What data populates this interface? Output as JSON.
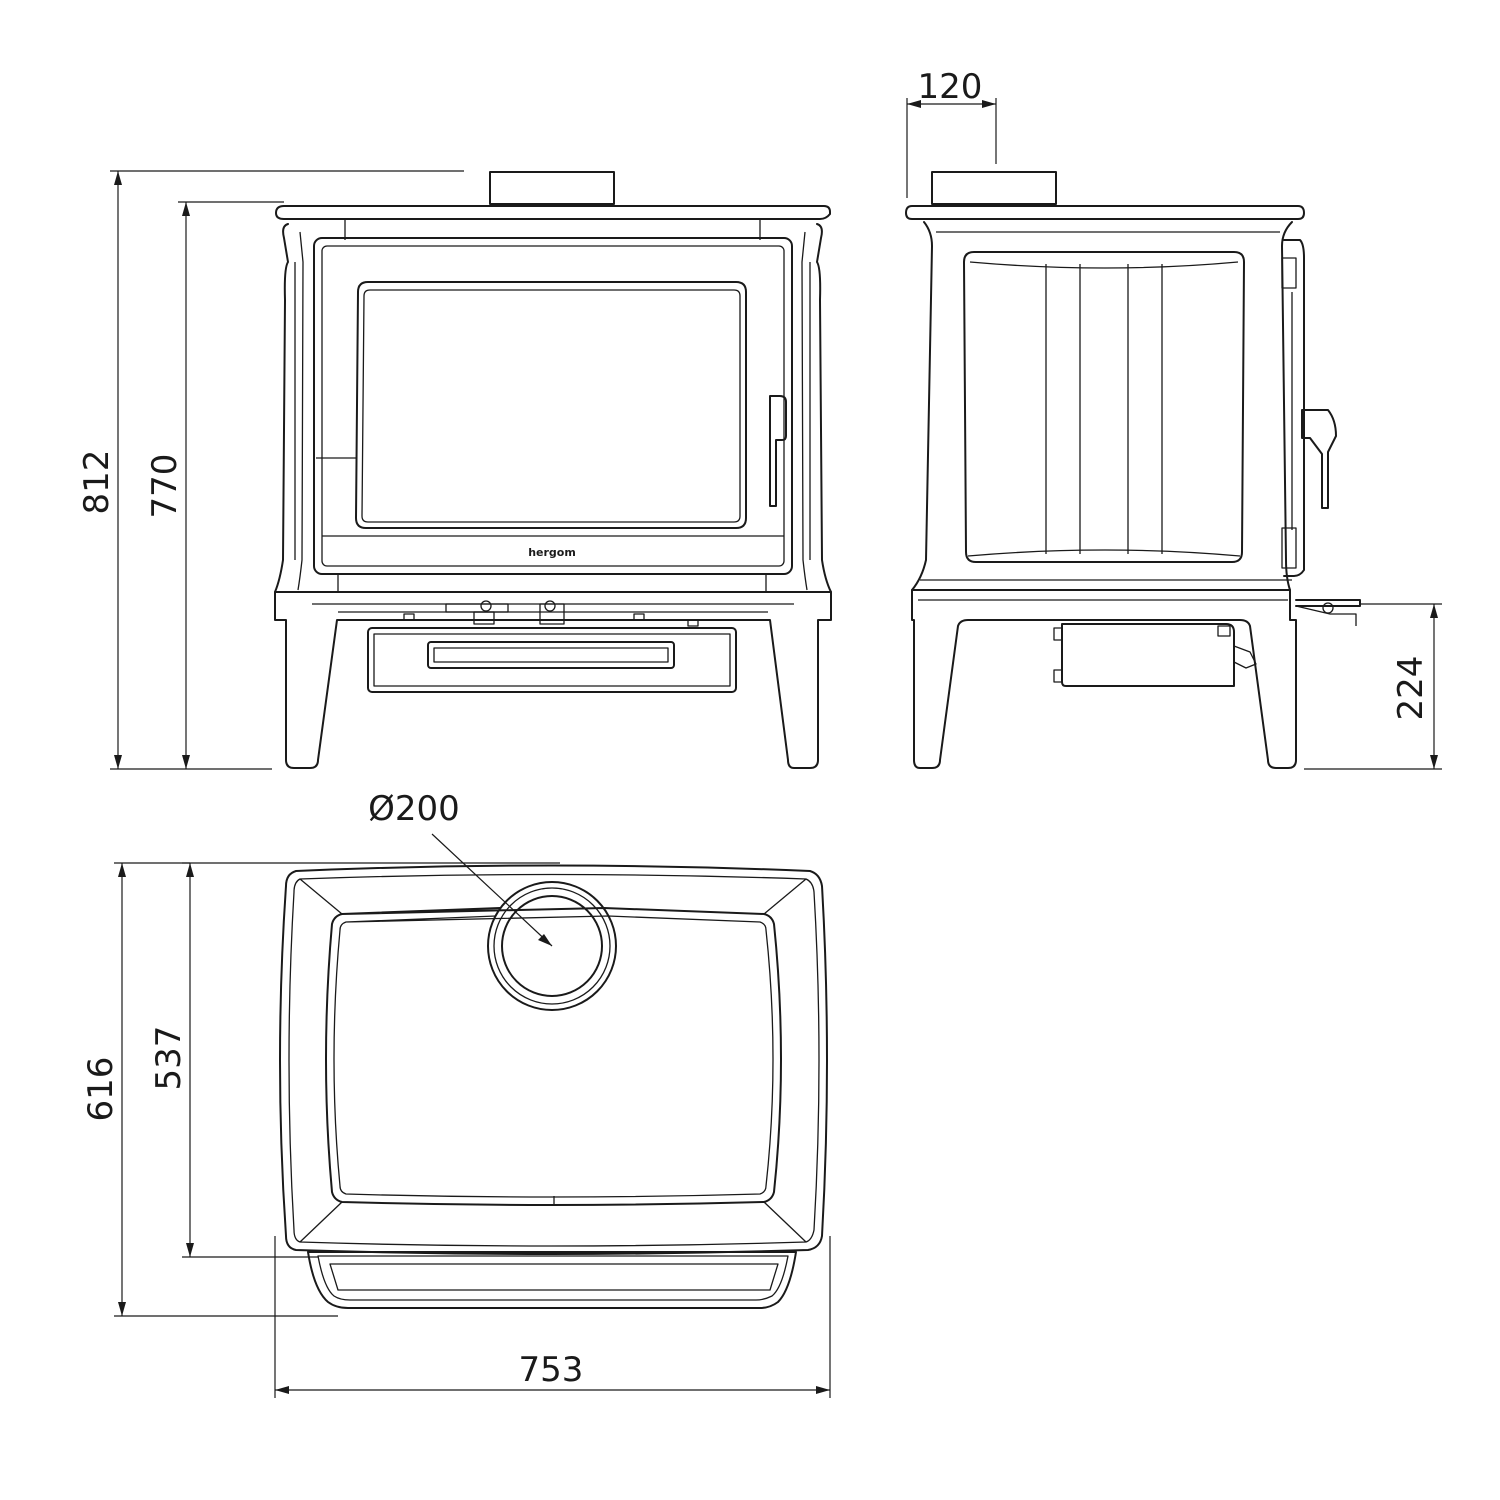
{
  "drawing": {
    "views": {
      "front": {
        "brand": "hergom"
      },
      "side": {},
      "top": {}
    },
    "dimensions": {
      "total_height": "812",
      "body_height": "770",
      "flue_offset": "120",
      "leg_height": "224",
      "flue_diameter": "Ø200",
      "total_depth": "616",
      "body_depth": "537",
      "width": "753"
    }
  }
}
